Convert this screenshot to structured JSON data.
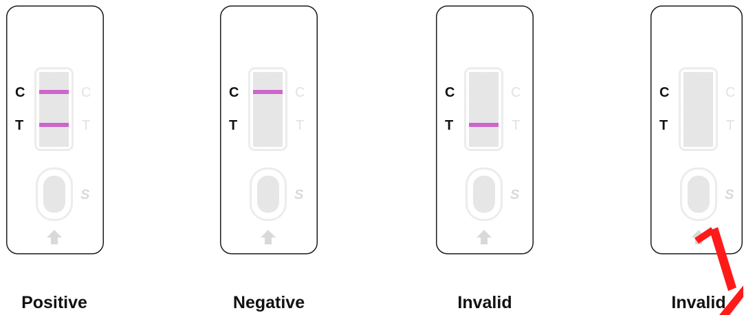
{
  "cassettes": [
    {
      "result": "Positive",
      "control_line": true,
      "test_line": true
    },
    {
      "result": "Negative",
      "control_line": true,
      "test_line": false
    },
    {
      "result": "Invalid",
      "control_line": false,
      "test_line": true
    },
    {
      "result": "Invalid",
      "control_line": false,
      "test_line": false
    }
  ],
  "markings": {
    "control": "C",
    "test": "T",
    "sample": "S"
  },
  "icons": {
    "sample_arrow": "arrow-up-icon"
  },
  "colors": {
    "line": "#cc66cc",
    "outline": "#1a1a1a",
    "faint": "#e2e2e2",
    "watermark": "#ff1a1a"
  }
}
